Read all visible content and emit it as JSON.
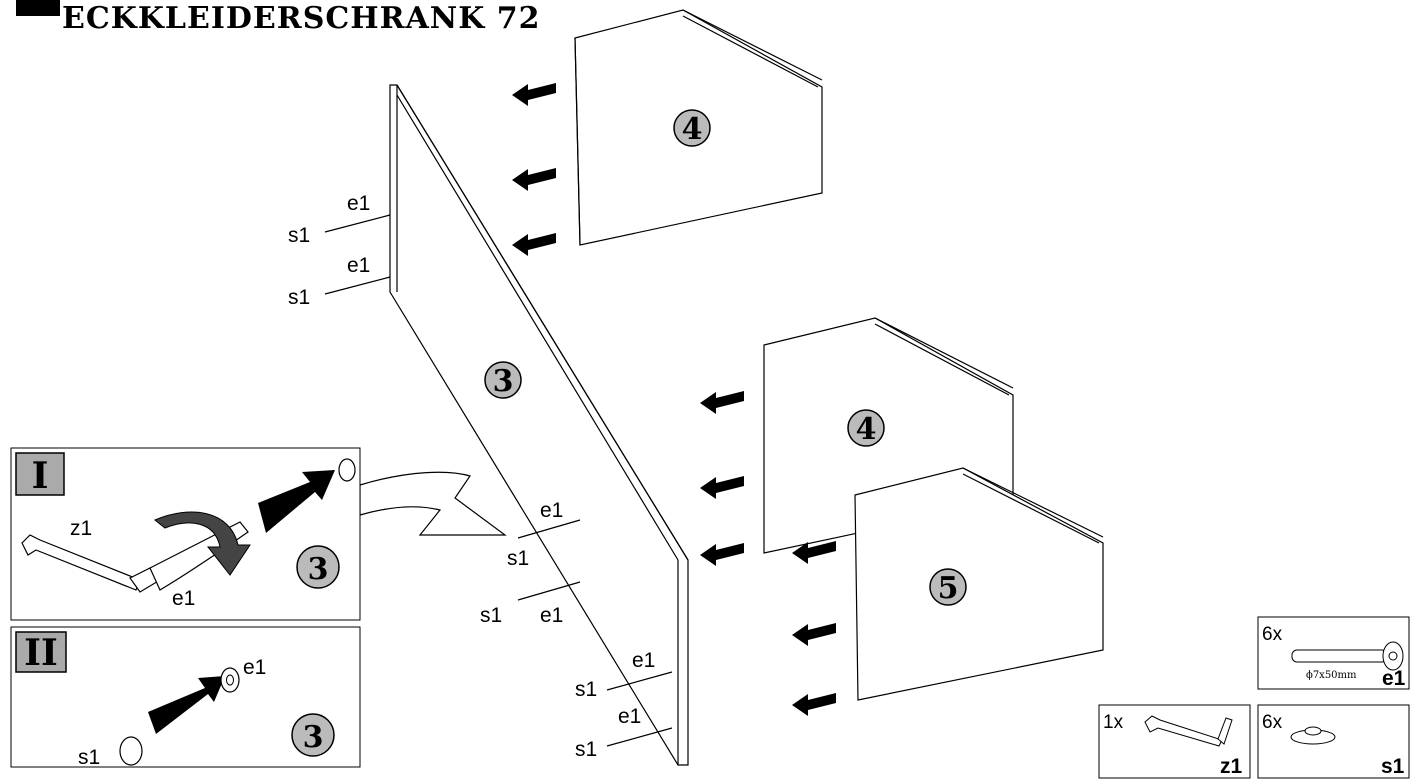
{
  "title": "ECKKLEIDERSCHRANK 72",
  "panels": {
    "p4_top": "4",
    "p4_bottom": "4",
    "p3": "3",
    "p5": "5"
  },
  "callouts": {
    "e1": "e1",
    "s1": "s1",
    "z1": "z1"
  },
  "detail_I": {
    "roman": "I",
    "label_z1": "z1",
    "label_e1": "e1",
    "panel": "3"
  },
  "detail_II": {
    "roman": "II",
    "label_s1": "s1",
    "label_e1": "e1",
    "panel": "3"
  },
  "parts": [
    {
      "qty": "6x",
      "code": "e1",
      "dim": "ϕ7x50mm"
    },
    {
      "qty": "1x",
      "code": "z1"
    },
    {
      "qty": "6x",
      "code": "s1"
    }
  ]
}
